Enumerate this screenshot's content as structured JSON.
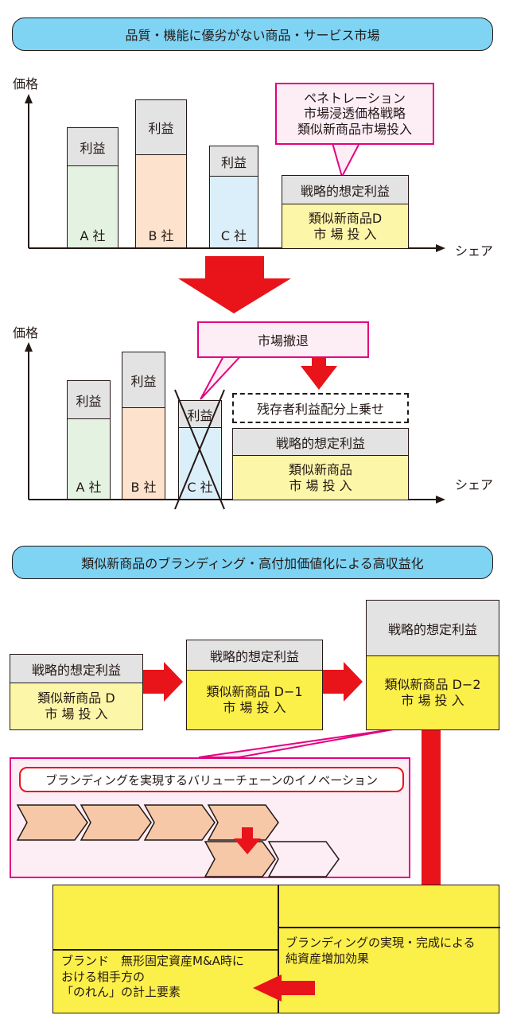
{
  "section1": {
    "banner": "品質・機能に優劣がない商品・サービス市場",
    "top_chart": {
      "y_axis_label": "価格",
      "x_axis_label": "シェア",
      "bars": [
        {
          "company": "A 社",
          "profit": "利益"
        },
        {
          "company": "B 社",
          "profit": "利益"
        },
        {
          "company": "C 社",
          "profit": "利益"
        }
      ],
      "strategy_box": {
        "header": "戦略的想定利益",
        "body": "類似新商品D\n市 場 投 入"
      },
      "callout": "ペネトレーション\n市場浸透価格戦略\n類似新商品市場投入"
    },
    "bottom_chart": {
      "y_axis_label": "価格",
      "x_axis_label": "シェア",
      "bars": [
        {
          "company": "A 社",
          "profit": "利益"
        },
        {
          "company": "B 社",
          "profit": "利益"
        },
        {
          "company": "C 社",
          "profit": "利益"
        }
      ],
      "callout": "市場撤退",
      "surplus_box": "残存者利益配分上乗せ",
      "strategy_box": {
        "header": "戦略的想定利益",
        "body": "類似新商品\n市 場 投 入"
      }
    }
  },
  "section2": {
    "banner": "類似新商品のブランディング・高付加価値化による高収益化",
    "stage1": {
      "header": "戦略的想定利益",
      "body": "類似新商品 D\n市 場 投 入"
    },
    "stage2": {
      "header": "戦略的想定利益",
      "body": "類似新商品 D−1\n市 場 投 入"
    },
    "stage3": {
      "header": "戦略的想定利益",
      "body": "類似新商品 D−2\n市 場 投 入"
    },
    "value_chain_title": "ブランディングを実現するバリューチェーンのイノベーション",
    "result_right": "ブランディングの実現・完成による\n純資産増加効果",
    "result_left": "ブランド　無形固定資産M&A時に\nおける相手方の\n「のれん」の計上要素"
  },
  "colors": {
    "banner": "#7fd4f4",
    "red_arrow": "#e8141a",
    "pink": "#e4007f",
    "company_a": "#e3f2e1",
    "company_b": "#fde2cd",
    "company_c": "#dbeffa",
    "profit_gray": "#e3e3e3",
    "yellow": "#fbef4a",
    "light_yellow": "#fcf6a9",
    "chevron": "#f6c8a8"
  }
}
